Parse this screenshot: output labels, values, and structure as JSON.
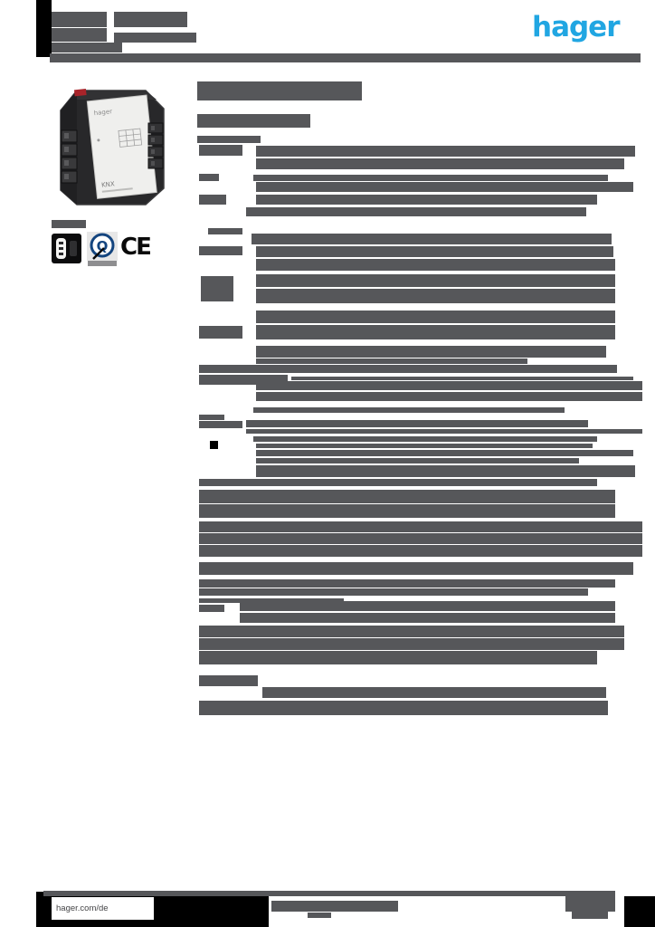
{
  "colors": {
    "brand_blue": "#21a6e2",
    "redaction_gray": "#56575a",
    "black": "#000000",
    "page_bg": "#ffffff",
    "device_body": "#28282a",
    "device_label": "#efefed",
    "device_red": "#a8242a",
    "q_badge_blue": "#14457f"
  },
  "header": {
    "logo_text": "hager"
  },
  "product": {
    "label_brand": "hager",
    "label_standard": "KNX"
  },
  "badges": {
    "quality_letter": "Q",
    "ce_label": "CE"
  },
  "footer": {
    "website": "hager.com/de"
  },
  "redaction": {
    "blocks": [
      [
        40,
        0,
        17,
        63,
        "k"
      ],
      [
        57,
        13,
        61,
        17,
        "g"
      ],
      [
        126,
        13,
        81,
        17,
        "g"
      ],
      [
        57,
        31,
        61,
        15,
        "g"
      ],
      [
        126,
        36,
        91,
        11,
        "g"
      ],
      [
        57,
        47,
        78,
        11,
        "g"
      ],
      [
        55,
        59,
        653,
        10,
        "g"
      ],
      [
        57,
        243,
        38,
        9,
        "g"
      ],
      [
        218,
        90,
        182,
        21,
        "g"
      ],
      [
        218,
        126,
        125,
        15,
        "g"
      ],
      [
        218,
        150,
        70,
        8,
        "g"
      ],
      [
        220,
        160,
        48,
        12,
        "g"
      ],
      [
        283,
        161,
        419,
        12,
        "g"
      ],
      [
        283,
        175,
        407,
        12,
        "g"
      ],
      [
        220,
        192,
        22,
        8,
        "g"
      ],
      [
        280,
        193,
        392,
        7,
        "g"
      ],
      [
        283,
        201,
        417,
        11,
        "g"
      ],
      [
        220,
        215,
        30,
        11,
        "g"
      ],
      [
        283,
        215,
        377,
        11,
        "g"
      ],
      [
        272,
        229,
        376,
        10,
        "g"
      ],
      [
        230,
        252,
        38,
        7,
        "g"
      ],
      [
        278,
        258,
        398,
        12,
        "g"
      ],
      [
        220,
        272,
        48,
        10,
        "g"
      ],
      [
        283,
        272,
        395,
        12,
        "g"
      ],
      [
        283,
        286,
        397,
        13,
        "g"
      ],
      [
        222,
        305,
        36,
        28,
        "g"
      ],
      [
        283,
        303,
        397,
        14,
        "g"
      ],
      [
        283,
        319,
        397,
        16,
        "g"
      ],
      [
        220,
        360,
        48,
        14,
        "g"
      ],
      [
        283,
        343,
        397,
        14,
        "g"
      ],
      [
        283,
        359,
        397,
        16,
        "g"
      ],
      [
        283,
        382,
        387,
        13,
        "g"
      ],
      [
        283,
        396,
        300,
        6,
        "g"
      ],
      [
        220,
        403,
        462,
        9,
        "g"
      ],
      [
        220,
        414,
        98,
        11,
        "g"
      ],
      [
        322,
        416,
        378,
        4,
        "g"
      ],
      [
        283,
        421,
        427,
        10,
        "g"
      ],
      [
        283,
        433,
        427,
        10,
        "g"
      ],
      [
        280,
        450,
        344,
        6,
        "g"
      ],
      [
        220,
        458,
        28,
        6,
        "g"
      ],
      [
        220,
        465,
        48,
        8,
        "g"
      ],
      [
        272,
        464,
        378,
        8,
        "g"
      ],
      [
        272,
        474,
        438,
        5,
        "g"
      ],
      [
        280,
        482,
        380,
        6,
        "g"
      ],
      [
        232,
        487,
        9,
        9,
        "k"
      ],
      [
        283,
        490,
        372,
        5,
        "g"
      ],
      [
        283,
        497,
        417,
        7,
        "g"
      ],
      [
        283,
        506,
        357,
        6,
        "g"
      ],
      [
        283,
        514,
        419,
        13,
        "g"
      ],
      [
        220,
        529,
        440,
        8,
        "g"
      ],
      [
        220,
        541,
        460,
        15,
        "g"
      ],
      [
        220,
        557,
        460,
        15,
        "g"
      ],
      [
        220,
        576,
        490,
        12,
        "g"
      ],
      [
        220,
        589,
        490,
        12,
        "g"
      ],
      [
        220,
        602,
        490,
        13,
        "g"
      ],
      [
        220,
        621,
        480,
        14,
        "g"
      ],
      [
        220,
        640,
        460,
        9,
        "g"
      ],
      [
        220,
        650,
        430,
        8,
        "g"
      ],
      [
        220,
        661,
        160,
        5,
        "g"
      ],
      [
        220,
        668,
        28,
        8,
        "g"
      ],
      [
        265,
        664,
        415,
        11,
        "g"
      ],
      [
        265,
        677,
        415,
        11,
        "g"
      ],
      [
        220,
        691,
        470,
        13,
        "g"
      ],
      [
        220,
        705,
        470,
        13,
        "g"
      ],
      [
        220,
        719,
        440,
        15,
        "g"
      ],
      [
        220,
        746,
        65,
        12,
        "g"
      ],
      [
        290,
        759,
        380,
        12,
        "g"
      ],
      [
        220,
        774,
        452,
        16,
        "g"
      ],
      [
        40,
        985,
        257,
        39,
        "k"
      ],
      [
        48,
        984,
        579,
        6,
        "g"
      ],
      [
        300,
        995,
        140,
        12,
        "g"
      ],
      [
        340,
        1008,
        26,
        6,
        "g"
      ],
      [
        625,
        984,
        55,
        23,
        "g"
      ],
      [
        632,
        1007,
        40,
        8,
        "g"
      ],
      [
        690,
        990,
        34,
        34,
        "k"
      ]
    ]
  }
}
